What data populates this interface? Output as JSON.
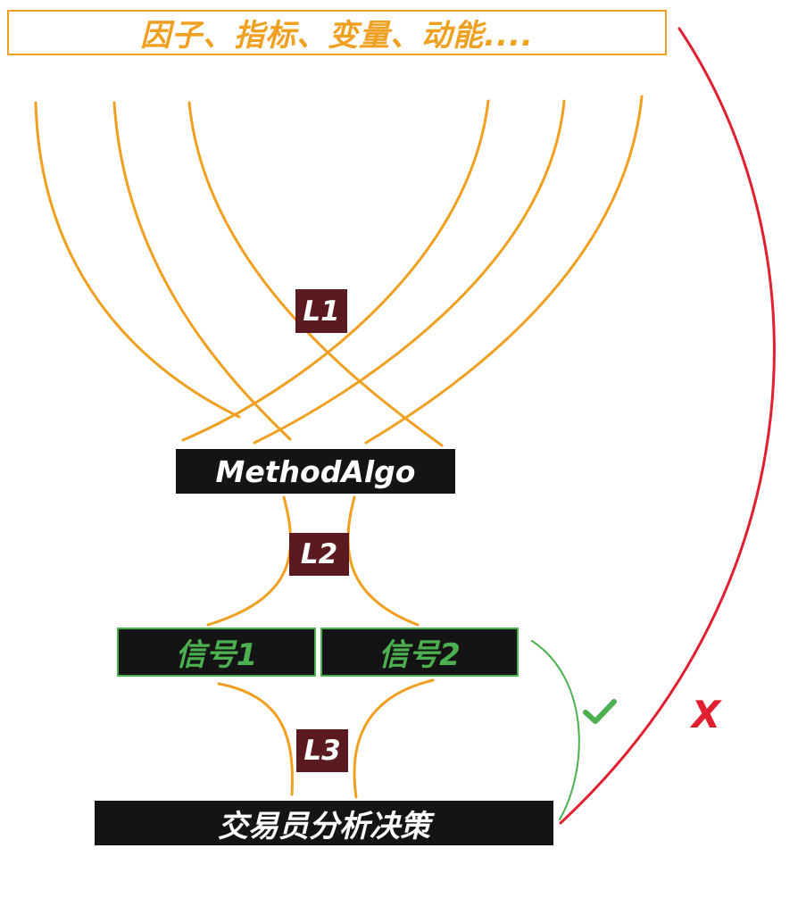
{
  "header": {
    "factors_label": "因子、指标、变量、动能...."
  },
  "nodes": {
    "method_algo": "MethodAlgo",
    "signal_1": "信号1",
    "signal_2": "信号2",
    "trader_decision": "交易员分析决策"
  },
  "levels": {
    "l1": "L1",
    "l2": "L2",
    "l3": "L3"
  },
  "marks": {
    "rejected": "X",
    "check_icon": "check-icon"
  },
  "colors": {
    "orange": "#f0a020",
    "green": "#4caf50",
    "red": "#e02030",
    "dark_box": "#141414",
    "level_box": "#5a1a1f"
  }
}
